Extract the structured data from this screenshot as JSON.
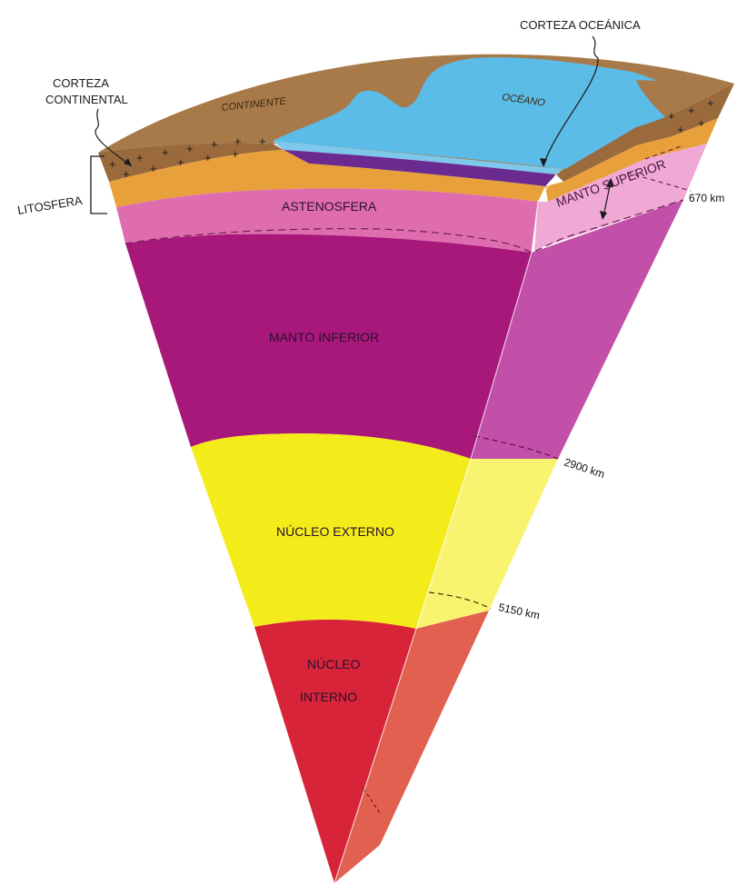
{
  "labels": {
    "continental_crust": [
      "CORTEZA",
      "CONTINENTAL"
    ],
    "oceanic_crust": "CORTEZA OCEÁNICA",
    "lithosphere": "LITOSFERA",
    "continent": "CONTINENTE",
    "ocean": "OCÉANO",
    "asthenosphere": "ASTENOSFERA",
    "upper_mantle": "MANTO SUPERIOR",
    "lower_mantle": "MANTO INFERIOR",
    "outer_core": "NÚCLEO EXTERNO",
    "inner_core": [
      "NÚCLEO",
      "INTERNO"
    ]
  },
  "depths": {
    "d670": "670 km",
    "d2900": "2900 km",
    "d5150": "5150 km"
  },
  "colors": {
    "continent_surface": "#a87a4a",
    "ocean": "#5bbce8",
    "continental_crust": "#9a6a3c",
    "lithosphere_mantle": "#e8a03a",
    "oceanic_crust": "#6a2a90",
    "asthenosphere": "#e06cb0",
    "lower_mantle": "#a8187a",
    "outer_core": "#f4ec1a",
    "inner_core": "#d82438"
  }
}
